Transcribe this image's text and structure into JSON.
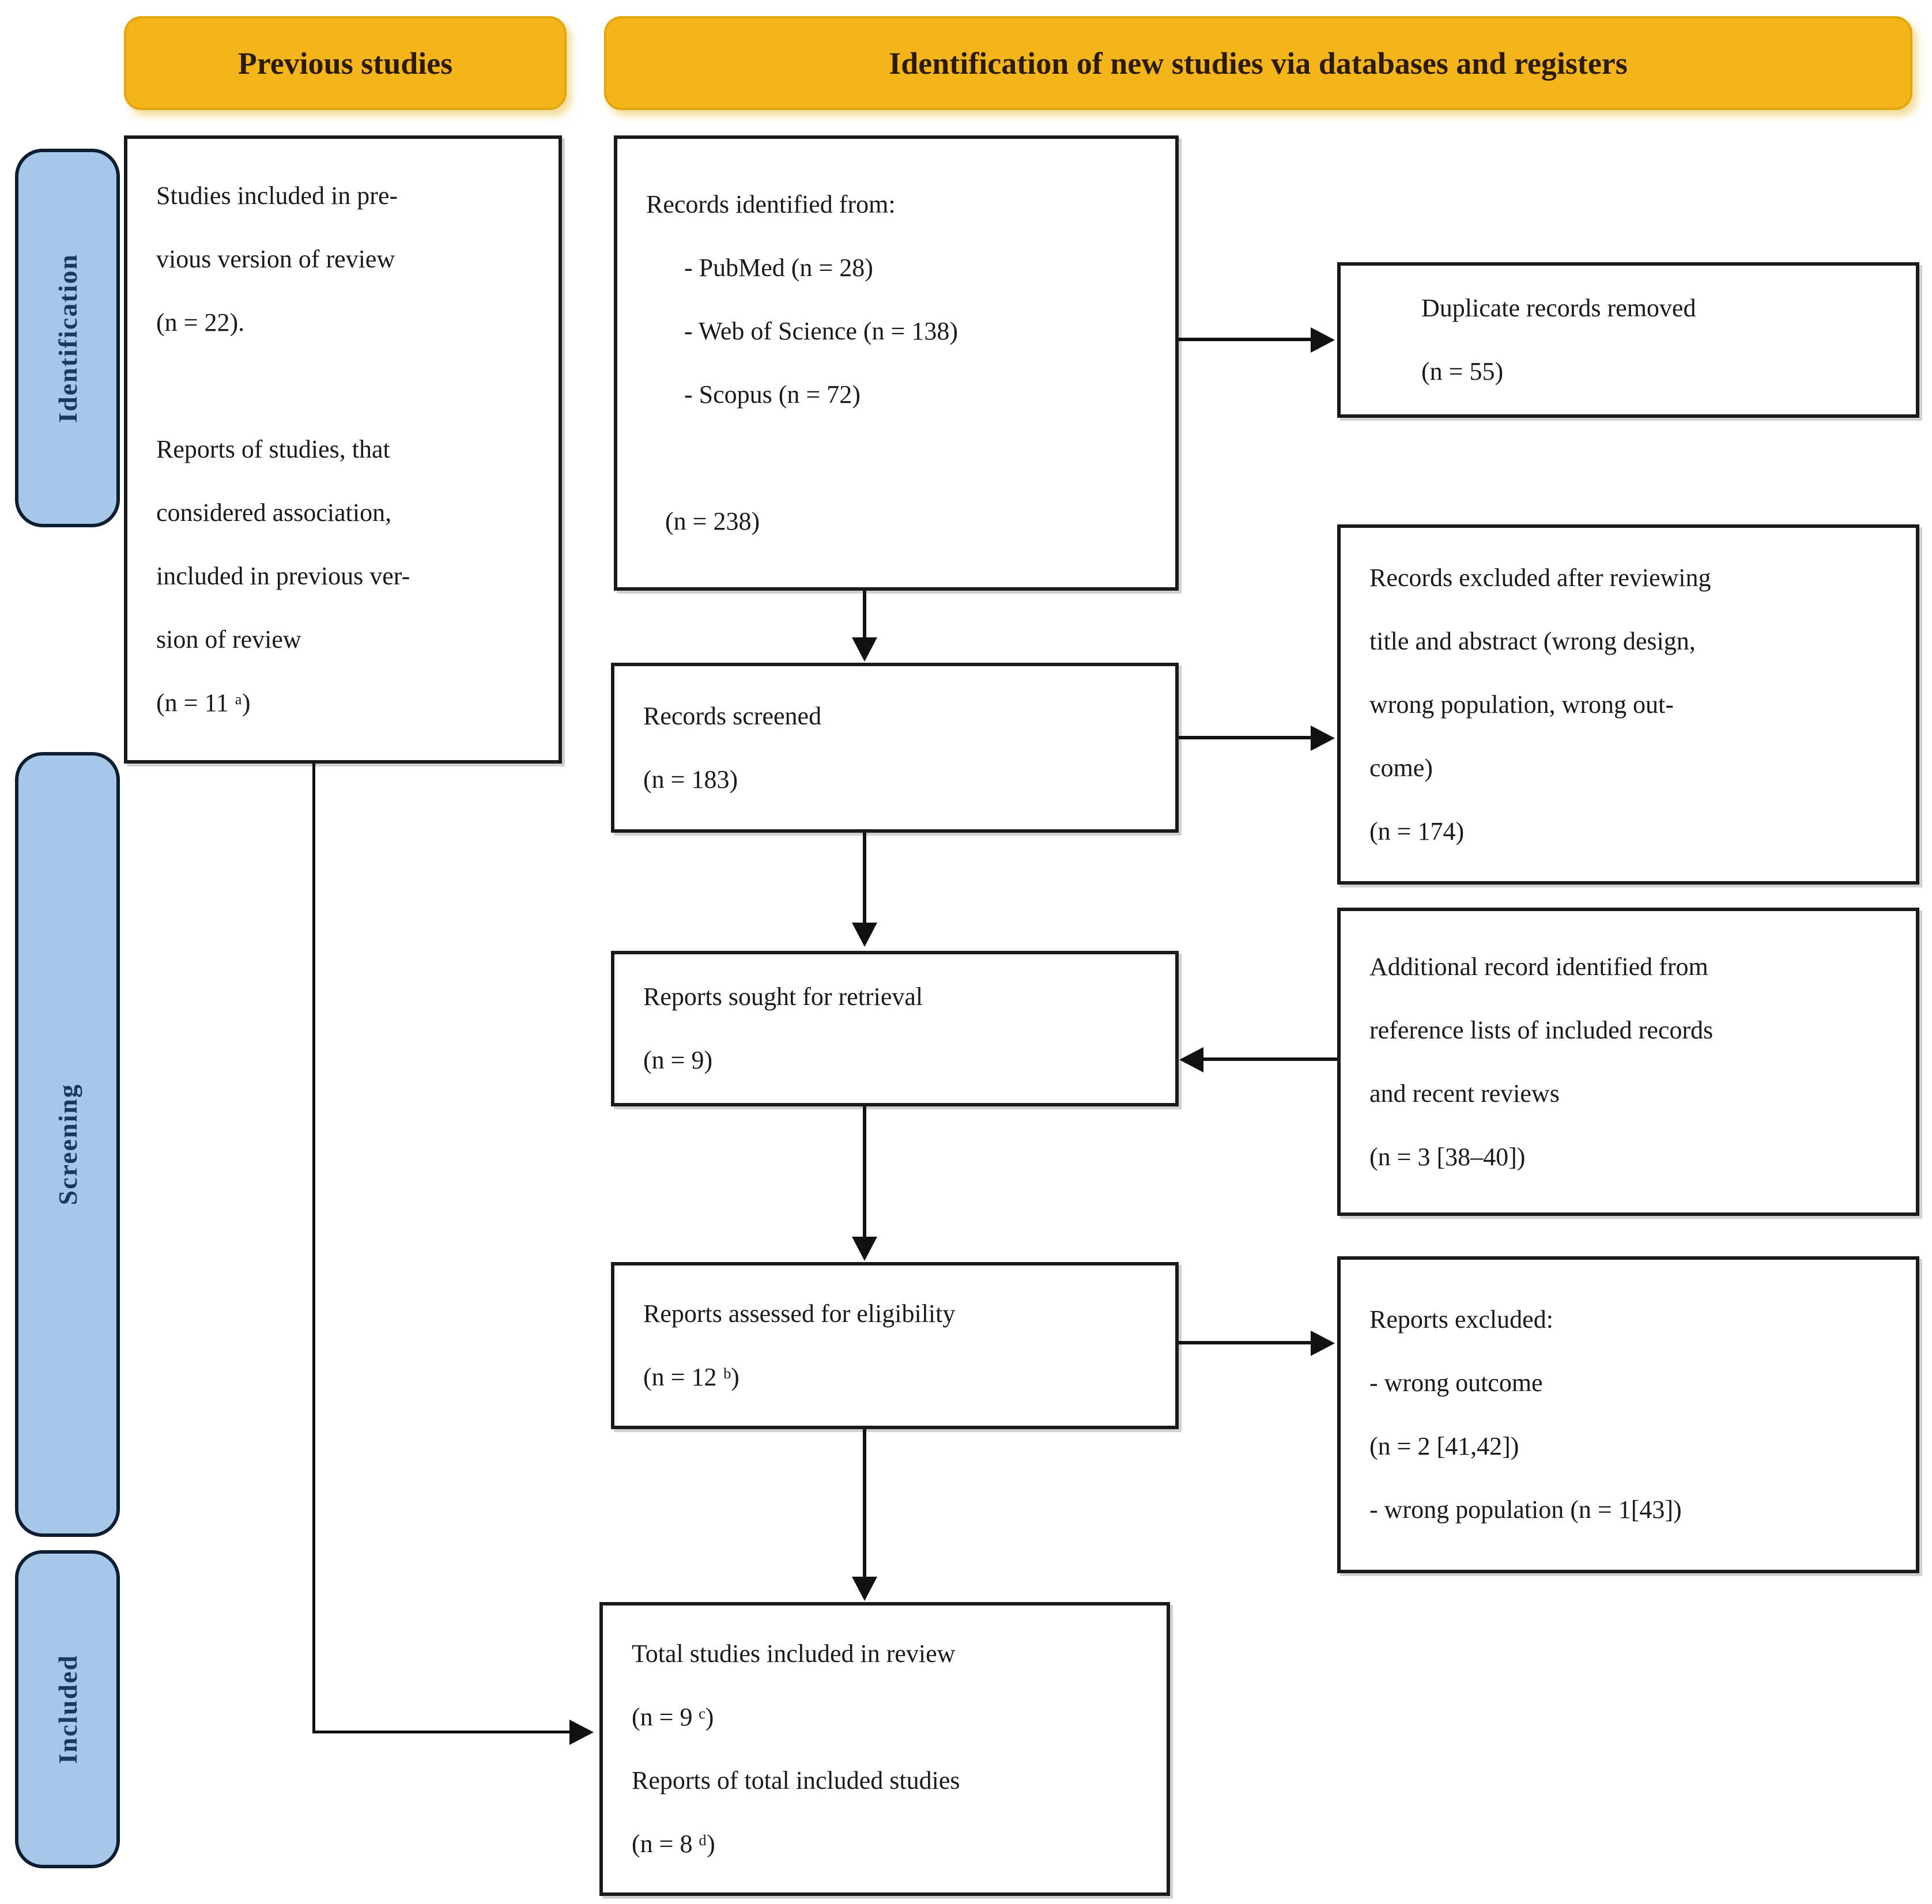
{
  "headers": {
    "previous": "Previous studies",
    "new_studies": "Identification of new studies via databases and registers"
  },
  "stages": {
    "identification": "Identification",
    "screening": "Screening",
    "included": "Included"
  },
  "boxes": {
    "previous_studies": "Studies included in pre-\nvious version of review\n(n = 22).\n\nReports of studies, that\nconsidered association,\nincluded in previous ver-\nsion of review\n(n = 11 ᵃ)",
    "records_identified": "Records identified from:\n      - PubMed (n = 28)\n      - Web of Science (n = 138)\n      - Scopus (n = 72)\n\n   (n = 238)",
    "duplicate_removed": "Duplicate records removed\n(n = 55)",
    "records_screened": "Records screened\n(n = 183)",
    "records_excluded": "Records excluded after reviewing\ntitle and abstract (wrong design,\nwrong population, wrong out-\ncome)\n(n = 174)",
    "reports_sought": "Reports sought for retrieval\n(n = 9)",
    "additional_record": "Additional record identified from\nreference lists of included records\nand recent reviews\n(n = 3 [38–40])",
    "reports_assessed": "Reports assessed for eligibility\n(n = 12 ᵇ)",
    "reports_excluded": "Reports excluded:\n- wrong outcome\n(n = 2 [41,42])\n- wrong population (n = 1[43])",
    "total_included": "Total studies included in review\n(n = 9 ᶜ)\nReports of total included studies\n(n = 8 ᵈ)"
  },
  "colors": {
    "header_bg": "#f4b41b",
    "header_border": "#e2a70e",
    "header_text": "#2b1b02",
    "stage_bg": "#a7c7e8",
    "stage_border": "#0d1e33",
    "stage_text": "#173a60",
    "box_border": "#1a1a1a",
    "box_bg": "#ffffff",
    "arrow": "#111111",
    "page_bg": "#ffffff"
  }
}
